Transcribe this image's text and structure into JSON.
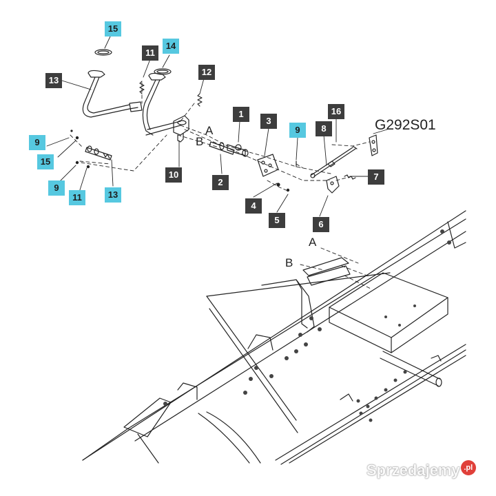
{
  "diagram": {
    "code": "G292S01",
    "letters": {
      "a_top": "A",
      "b_top": "B",
      "a_frame": "A",
      "b_frame": "B"
    },
    "callouts": [
      {
        "id": "c1",
        "label": "1",
        "style": "dark"
      },
      {
        "id": "c2",
        "label": "2",
        "style": "dark"
      },
      {
        "id": "c3",
        "label": "3",
        "style": "dark"
      },
      {
        "id": "c4",
        "label": "4",
        "style": "dark"
      },
      {
        "id": "c5",
        "label": "5",
        "style": "dark"
      },
      {
        "id": "c6",
        "label": "6",
        "style": "dark"
      },
      {
        "id": "c7",
        "label": "7",
        "style": "dark"
      },
      {
        "id": "c8",
        "label": "8",
        "style": "dark"
      },
      {
        "id": "c9a",
        "label": "9",
        "style": "cyan"
      },
      {
        "id": "c9b",
        "label": "9",
        "style": "cyan"
      },
      {
        "id": "c9c",
        "label": "9",
        "style": "cyan"
      },
      {
        "id": "c10",
        "label": "10",
        "style": "dark"
      },
      {
        "id": "c11a",
        "label": "11",
        "style": "dark"
      },
      {
        "id": "c11b",
        "label": "11",
        "style": "dark"
      },
      {
        "id": "c12",
        "label": "12",
        "style": "dark"
      },
      {
        "id": "c13a",
        "label": "13",
        "style": "cyan"
      },
      {
        "id": "c13b",
        "label": "13",
        "style": "cyan"
      },
      {
        "id": "c14",
        "label": "14",
        "style": "cyan"
      },
      {
        "id": "c15a",
        "label": "15",
        "style": "cyan"
      },
      {
        "id": "c15b",
        "label": "15",
        "style": "cyan"
      },
      {
        "id": "c16",
        "label": "16",
        "style": "dark"
      }
    ],
    "colors": {
      "dark_callout": "#3d3d3d",
      "cyan_callout": "#56c8e0",
      "line": "#222222"
    }
  },
  "watermark": {
    "brand": "Sprzedajemy",
    "suffix": ".pl"
  }
}
